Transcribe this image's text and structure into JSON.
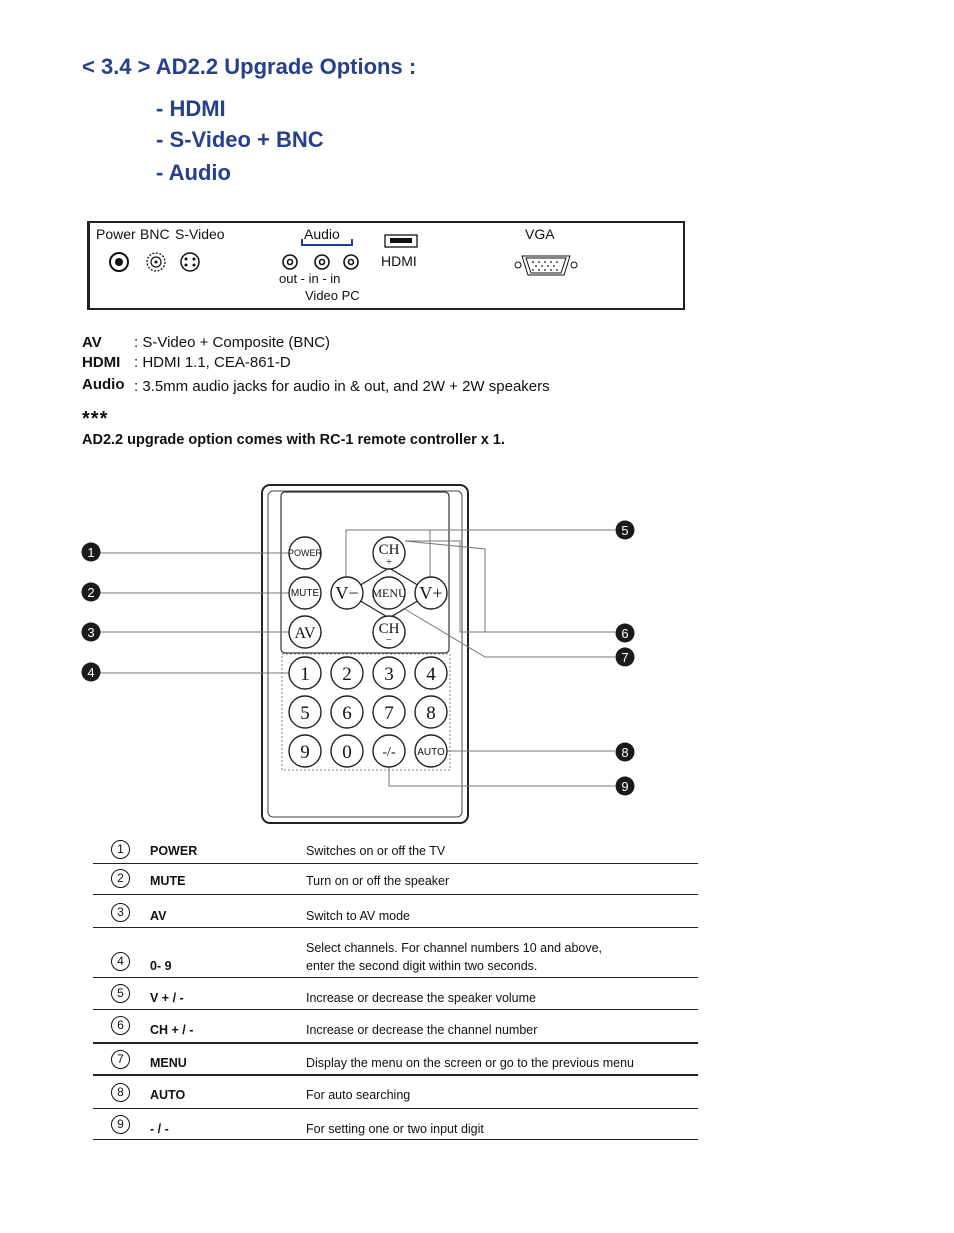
{
  "title": "< 3.4 > AD2.2 Upgrade Options :",
  "options": [
    "- HDMI",
    "- S-Video + BNC",
    "- Audio"
  ],
  "ports": {
    "power": "Power",
    "bnc": "BNC",
    "svideo": "S-Video",
    "audio": "Audio",
    "hdmi": "HDMI",
    "vga": "VGA",
    "audio_sub1": "out  -  in  -  in",
    "audio_sub2": "Video  PC"
  },
  "specs": [
    {
      "key": "AV",
      "value": ": S-Video + Composite (BNC)"
    },
    {
      "key": "HDMI",
      "value": ": HDMI 1.1, CEA-861-D"
    },
    {
      "key": "Audio",
      "value": ": 3.5mm audio jacks for audio in & out, and 2W + 2W speakers"
    }
  ],
  "note_stars": "***",
  "note_text": "AD2.2 upgrade option comes with RC-1 remote controller x 1.",
  "remote": {
    "power": "POWER",
    "mute": "MUTE",
    "av": "AV",
    "ch_up": "CH",
    "ch_down": "CH",
    "plus": "+",
    "minus": "−",
    "v_minus": "V−",
    "v_plus": "V+",
    "menu": "MENU",
    "digits": [
      "1",
      "2",
      "3",
      "4",
      "5",
      "6",
      "7",
      "8",
      "9",
      "0"
    ],
    "dash": "-/-",
    "auto": "AUTO"
  },
  "callouts": [
    "1",
    "2",
    "3",
    "4",
    "5",
    "6",
    "7",
    "8",
    "9"
  ],
  "functions": [
    {
      "num": "1",
      "key": "POWER",
      "desc": [
        "Switches on or off the TV"
      ]
    },
    {
      "num": "2",
      "key": "MUTE",
      "desc": [
        "Turn on or off the speaker"
      ]
    },
    {
      "num": "3",
      "key": "AV",
      "desc": [
        "Switch to AV mode"
      ]
    },
    {
      "num": "4",
      "key": "0- 9",
      "desc": [
        "Select channels. For channel numbers 10 and above,",
        "enter the second digit within two seconds."
      ]
    },
    {
      "num": "5",
      "key": "V + / -",
      "desc": [
        "Increase or decrease the speaker volume"
      ]
    },
    {
      "num": "6",
      "key": "CH + / -",
      "desc": [
        "Increase or decrease the channel number"
      ]
    },
    {
      "num": "7",
      "key": "MENU",
      "desc": [
        "Display the menu on the screen or go to the previous menu"
      ]
    },
    {
      "num": "8",
      "key": "AUTO",
      "desc": [
        "For auto searching"
      ]
    },
    {
      "num": "9",
      "key": "- / -",
      "desc": [
        "For setting one or two input digit"
      ]
    }
  ]
}
